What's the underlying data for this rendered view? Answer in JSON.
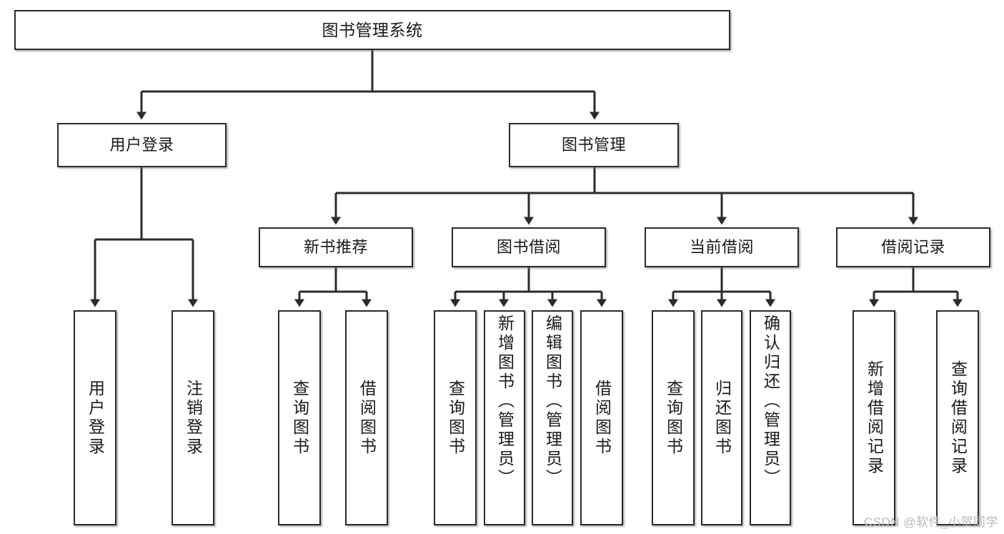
{
  "diagram": {
    "type": "tree",
    "title": "图书管理系统",
    "root": {
      "id": "root",
      "label": "图书管理系统"
    },
    "level2": [
      {
        "id": "user-login",
        "label": "用户登录"
      },
      {
        "id": "book-management",
        "label": "图书管理"
      }
    ],
    "level3": [
      {
        "id": "new-book-recommend",
        "label": "新书推荐"
      },
      {
        "id": "book-borrow",
        "label": "图书借阅"
      },
      {
        "id": "current-borrow",
        "label": "当前借阅"
      },
      {
        "id": "borrow-record",
        "label": "借阅记录"
      }
    ],
    "leaves": {
      "user_login": [
        {
          "id": "leaf-user-login",
          "label": "用户登录"
        },
        {
          "id": "leaf-logout",
          "label": "注销登录"
        }
      ],
      "new_book_recommend": [
        {
          "id": "leaf-query-book-1",
          "label": "查询图书"
        },
        {
          "id": "leaf-borrow-book-1",
          "label": "借阅图书"
        }
      ],
      "book_borrow": [
        {
          "id": "leaf-query-book-2",
          "label": "查询图书"
        },
        {
          "id": "leaf-add-book",
          "label": "新增图书（管理员）"
        },
        {
          "id": "leaf-edit-book",
          "label": "编辑图书（管理员）"
        },
        {
          "id": "leaf-borrow-book-2",
          "label": "借阅图书"
        }
      ],
      "current_borrow": [
        {
          "id": "leaf-query-book-3",
          "label": "查询图书"
        },
        {
          "id": "leaf-return-book",
          "label": "归还图书"
        },
        {
          "id": "leaf-confirm-return",
          "label": "确认归还（管理员）"
        }
      ],
      "borrow_record": [
        {
          "id": "leaf-add-record",
          "label": "新增借阅记录"
        },
        {
          "id": "leaf-query-record",
          "label": "查询借阅记录"
        }
      ]
    },
    "colors": {
      "box_border": "#2b2b2b",
      "box_fill": "#ffffff",
      "connector": "#2b2b2b",
      "background": "#ffffff",
      "watermark": "#b9b9b9"
    }
  },
  "watermark": {
    "text": "CSDN @软件_小贺同学"
  }
}
